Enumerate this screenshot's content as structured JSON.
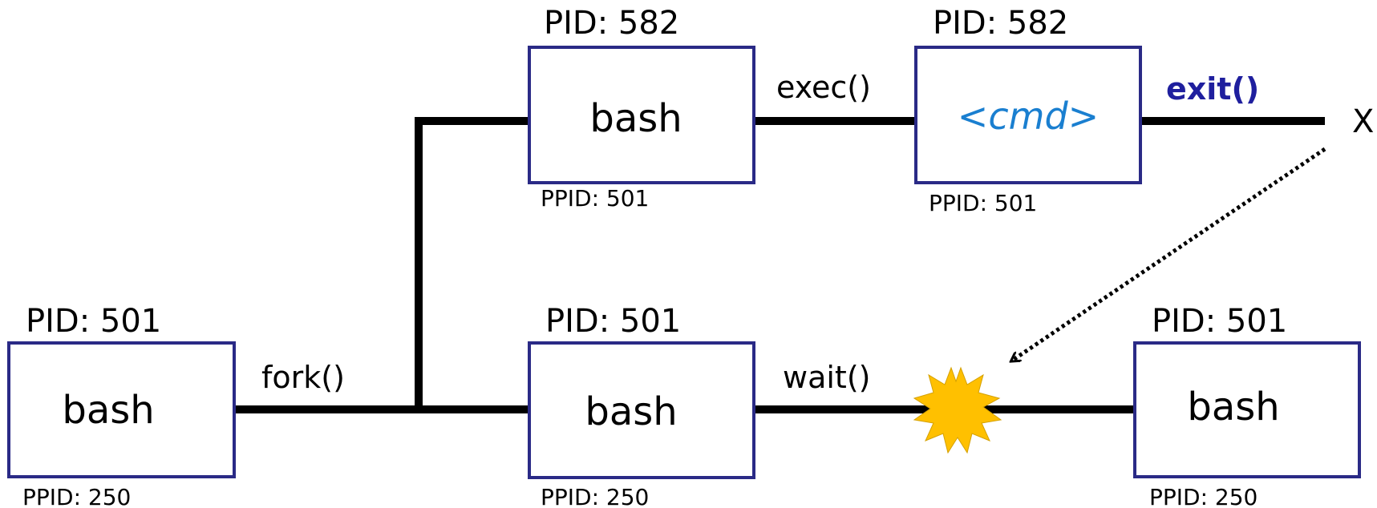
{
  "processes": {
    "parent": {
      "pid": "PID: 501",
      "name": "bash",
      "ppid": "PPID: 250"
    },
    "child": {
      "pid": "PID: 582",
      "name": "bash",
      "ppid": "PPID: 501"
    },
    "child_exec": {
      "pid": "PID: 582",
      "name": "<cmd>",
      "ppid": "PPID: 501"
    },
    "parent_wait": {
      "pid": "PID: 501",
      "name": "bash",
      "ppid": "PPID: 250"
    },
    "parent_resumed": {
      "pid": "PID: 501",
      "name": "bash",
      "ppid": "PPID: 250"
    }
  },
  "calls": {
    "fork": "fork()",
    "exec": "exec()",
    "exit": "exit()",
    "wait": "wait()"
  },
  "terminated_mark": "X",
  "colors": {
    "box_border": "#2a2a86",
    "cmd_text": "#1a7fd0",
    "exit_text": "#1f1f9e",
    "signal_burst": "#ffc000"
  },
  "icons": {
    "signal": "starburst-icon"
  }
}
